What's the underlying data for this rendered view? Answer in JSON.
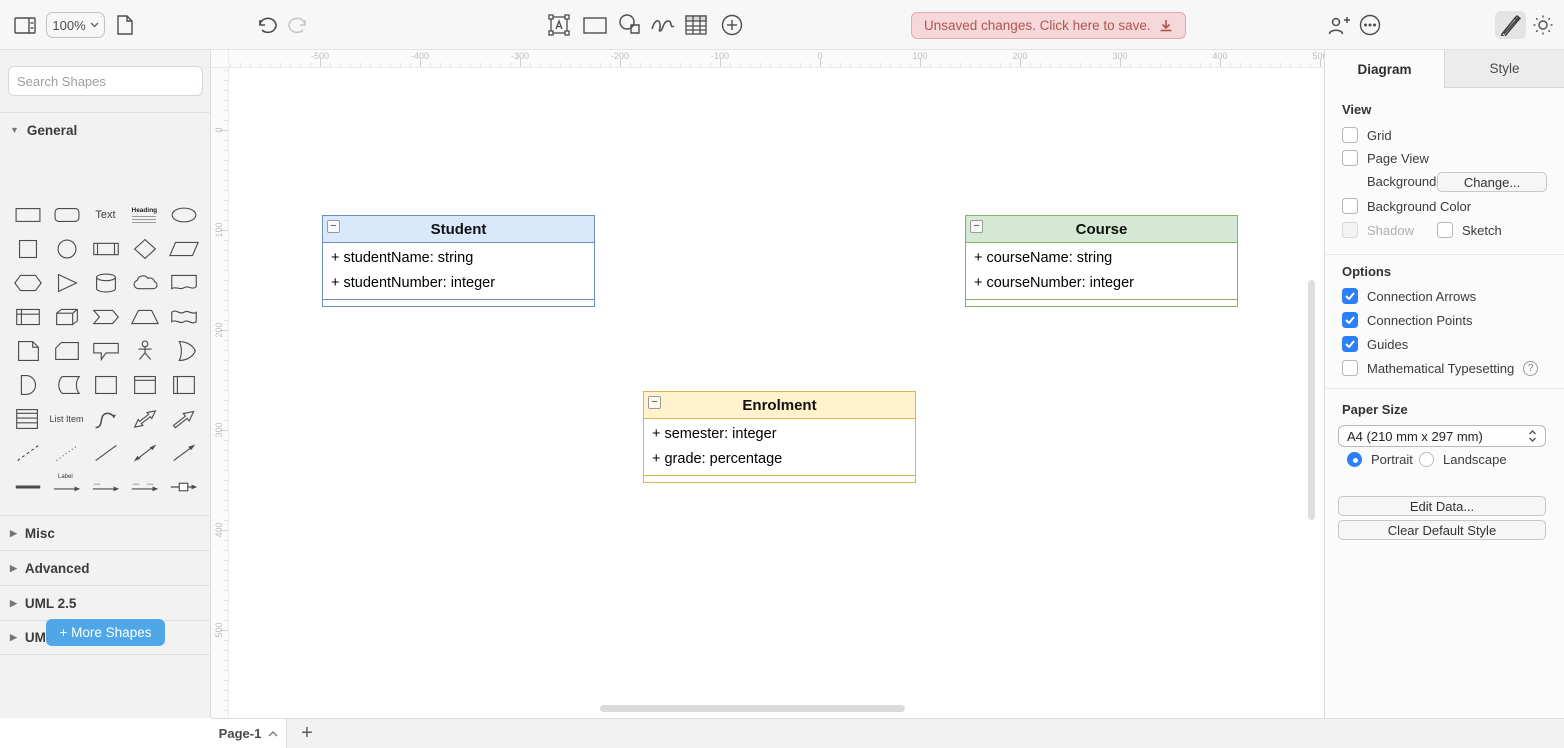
{
  "toolbar": {
    "zoom_value": "100%",
    "unsaved_label": "Unsaved changes. Click here to save."
  },
  "sidebar": {
    "search_placeholder": "Search Shapes",
    "sections": {
      "general": "General",
      "misc": "Misc",
      "advanced": "Advanced",
      "uml25": "UML 2.5",
      "uml": "UML"
    },
    "shape_labels": {
      "text": "Text",
      "heading": "Heading",
      "list_item": "List Item",
      "label": "Label"
    },
    "more_shapes": "+ More Shapes"
  },
  "canvas": {
    "ruler_h": [
      -500,
      -400,
      -300,
      -200,
      -100,
      0,
      100,
      200,
      300,
      400,
      500
    ],
    "ruler_v": [
      0,
      100,
      200,
      300,
      400,
      500
    ],
    "classes": [
      {
        "name": "Student",
        "attributes": [
          "+ studentName: string",
          "+ studentNumber: integer"
        ],
        "header_fill": "#dae8fc",
        "stroke": "#6c8ebf"
      },
      {
        "name": "Course",
        "attributes": [
          "+ courseName: string",
          "+ courseNumber: integer"
        ],
        "header_fill": "#d5e8d4",
        "stroke": "#82b366"
      },
      {
        "name": "Enrolment",
        "attributes": [
          "+ semester: integer",
          "+ grade: percentage"
        ],
        "header_fill": "#fff2cc",
        "stroke": "#d6b656"
      }
    ]
  },
  "panel": {
    "tabs": {
      "diagram": "Diagram",
      "style": "Style"
    },
    "view": {
      "title": "View",
      "grid": {
        "label": "Grid",
        "checked": false
      },
      "page_view": {
        "label": "Page View",
        "checked": false
      },
      "background": {
        "label": "Background",
        "button": "Change..."
      },
      "background_color": {
        "label": "Background Color",
        "checked": false
      },
      "shadow": {
        "label": "Shadow",
        "checked": false,
        "disabled": true
      },
      "sketch": {
        "label": "Sketch",
        "checked": false
      }
    },
    "options": {
      "title": "Options",
      "connection_arrows": {
        "label": "Connection Arrows",
        "checked": true
      },
      "connection_points": {
        "label": "Connection Points",
        "checked": true
      },
      "guides": {
        "label": "Guides",
        "checked": true
      },
      "math_typesetting": {
        "label": "Mathematical Typesetting",
        "checked": false
      }
    },
    "paper": {
      "title": "Paper Size",
      "value": "A4 (210 mm x 297 mm)",
      "portrait": "Portrait",
      "landscape": "Landscape",
      "orientation": "portrait"
    },
    "buttons": {
      "edit_data": "Edit Data...",
      "clear_default_style": "Clear Default Style"
    }
  },
  "footer": {
    "page_tab": "Page-1"
  },
  "colors": {
    "accent_blue": "#2d7ff6",
    "more_shapes_blue": "#4fa7e8",
    "unsaved_bg": "#f6d8da",
    "unsaved_border": "#e2abae",
    "unsaved_text": "#b05450",
    "student_fill": "#dae8fc",
    "student_stroke": "#6c8ebf",
    "course_fill": "#d5e8d4",
    "course_stroke": "#82b366",
    "enrolment_fill": "#fff2cc",
    "enrolment_stroke": "#d6b656"
  }
}
